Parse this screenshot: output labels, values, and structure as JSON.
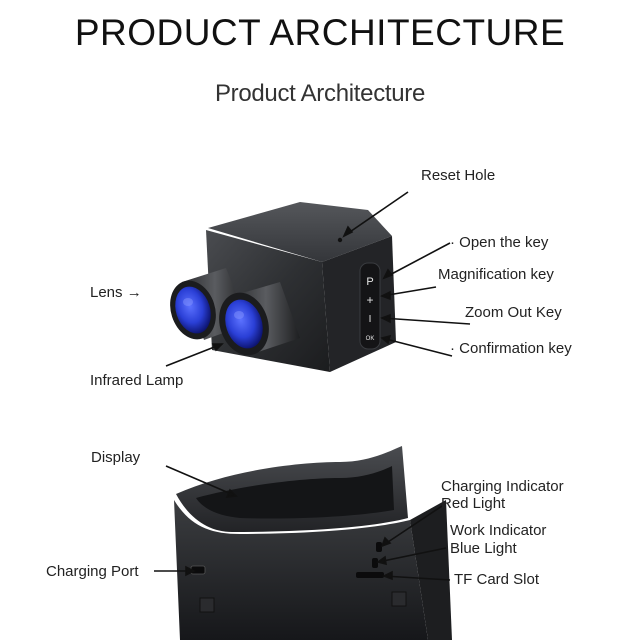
{
  "header": {
    "title": "PRODUCT ARCHITECTURE",
    "subtitle": "Product Architecture"
  },
  "top_device": {
    "labels": {
      "reset_hole": "Reset Hole",
      "open_key": "· Open the key",
      "magnification_key": "Magnification key",
      "zoom_out_key": "Zoom Out Key",
      "confirmation_key": "· Confirmation key",
      "lens": "Lens →",
      "infrared_lamp": "Infrared Lamp"
    },
    "button_glyphs": [
      "P",
      "+",
      "I",
      "OK"
    ]
  },
  "bottom_device": {
    "labels": {
      "display": "Display",
      "charging_indicator_1": "Charging Indicator",
      "charging_indicator_2": "Red Light",
      "work_indicator_1": "Work Indicator",
      "work_indicator_2": "Blue Light",
      "charging_port": "Charging Port",
      "tf_card_slot": "TF Card Slot"
    }
  },
  "colors": {
    "body": "#2b2d30",
    "body_dark": "#1c1d1f",
    "lens_blue": "#2a3fd6",
    "leader_line": "#111111"
  }
}
